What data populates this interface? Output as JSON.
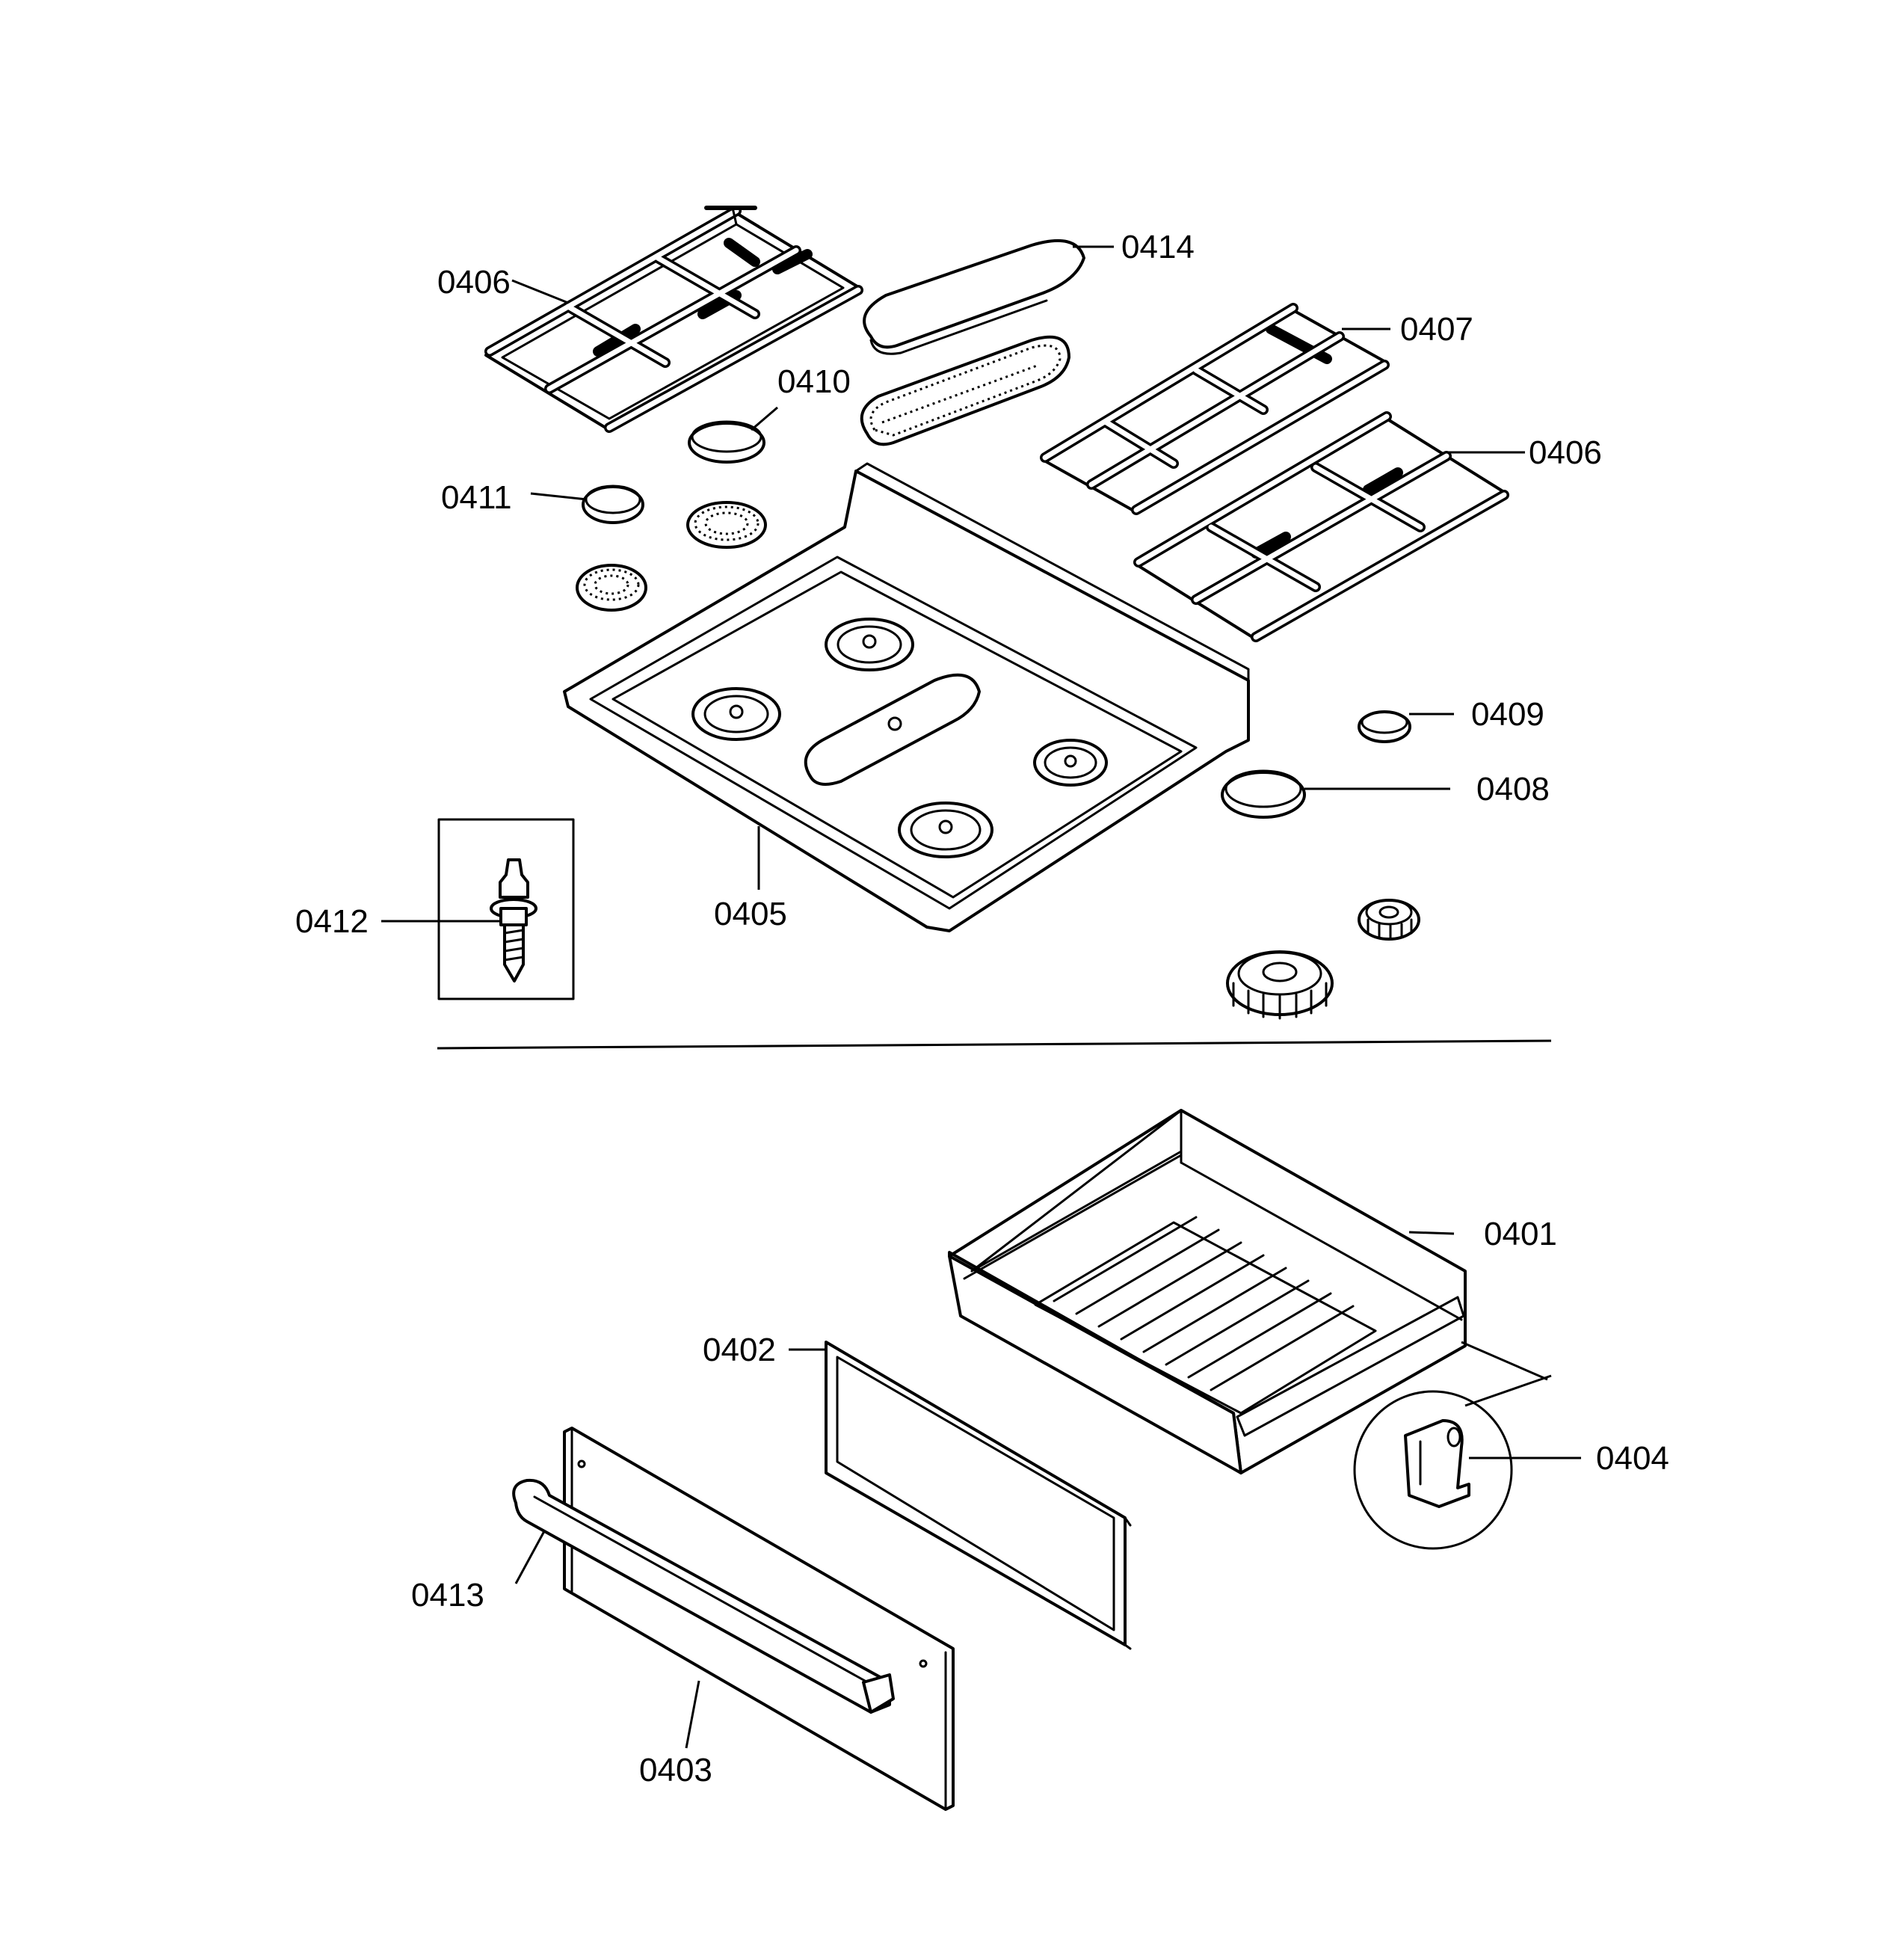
{
  "callouts": {
    "c0401": "0401",
    "c0402": "0402",
    "c0403": "0403",
    "c0404": "0404",
    "c0405": "0405",
    "c0406a": "0406",
    "c0406b": "0406",
    "c0407": "0407",
    "c0408": "0408",
    "c0409": "0409",
    "c0410": "0410",
    "c0411": "0411",
    "c0412": "0412",
    "c0413": "0413",
    "c0414": "0414"
  },
  "colors": {
    "ink": "#000000",
    "paper": "#ffffff"
  }
}
